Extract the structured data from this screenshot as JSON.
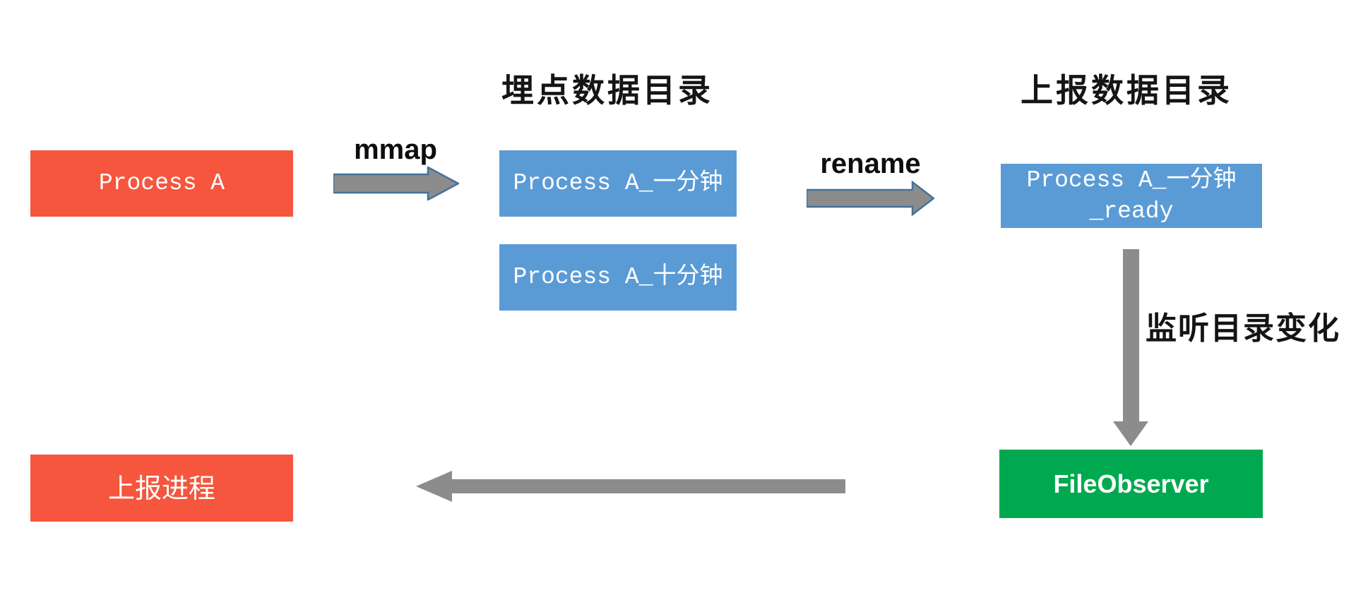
{
  "diagram": {
    "headings": {
      "buried_dir": "埋点数据目录",
      "report_dir": "上报数据目录"
    },
    "nodes": {
      "process_a": {
        "label": "Process A",
        "color": "#F5563D"
      },
      "one_minute": {
        "label": "Process A_一分钟",
        "color": "#5B9BD5"
      },
      "ten_minute": {
        "label": "Process A_十分钟",
        "color": "#5B9BD5"
      },
      "ready": {
        "label_line1": "Process A_一分钟",
        "label_line2": "_ready",
        "color": "#5B9BD5"
      },
      "file_observer": {
        "label": "FileObserver",
        "color": "#00A94F"
      },
      "report_process": {
        "label": "上报进程",
        "color": "#F5563D"
      }
    },
    "arrow_labels": {
      "mmap": "mmap",
      "rename": "rename",
      "watch": "监听目录变化"
    },
    "arrow_color": "#8C8C8C",
    "arrow_outline_color": "#44719C"
  }
}
